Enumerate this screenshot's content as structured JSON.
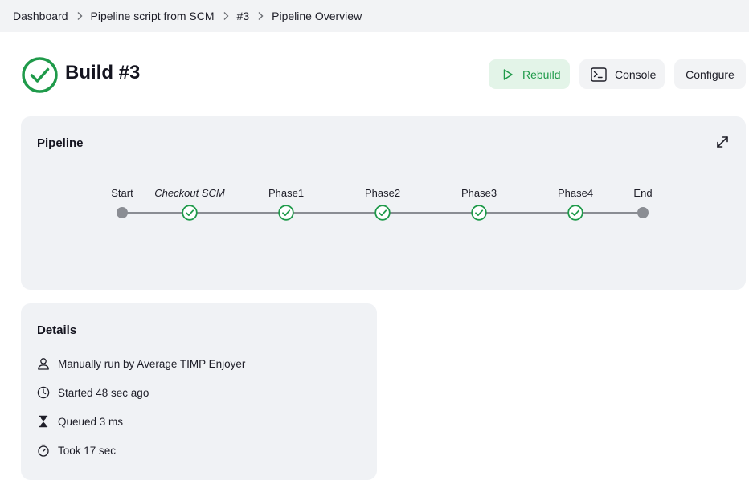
{
  "breadcrumb": {
    "items": [
      "Dashboard",
      "Pipeline script from SCM",
      "#3",
      "Pipeline Overview"
    ]
  },
  "header": {
    "title": "Build #3",
    "status": "success"
  },
  "actions": {
    "rebuild_label": "Rebuild",
    "console_label": "Console",
    "configure_label": "Configure"
  },
  "pipeline": {
    "title": "Pipeline",
    "stages": [
      {
        "label": "Start",
        "status": "start"
      },
      {
        "label": "Checkout SCM",
        "status": "success"
      },
      {
        "label": "Phase1",
        "status": "success"
      },
      {
        "label": "Phase2",
        "status": "success"
      },
      {
        "label": "Phase3",
        "status": "success"
      },
      {
        "label": "Phase4",
        "status": "success"
      },
      {
        "label": "End",
        "status": "end"
      }
    ]
  },
  "details": {
    "title": "Details",
    "items": [
      {
        "icon": "user-icon",
        "text": "Manually run by Average TIMP Enjoyer"
      },
      {
        "icon": "clock-icon",
        "text": "Started 48 sec ago"
      },
      {
        "icon": "hourglass-icon",
        "text": "Queued 3 ms"
      },
      {
        "icon": "timer-icon",
        "text": "Took 17 sec"
      }
    ]
  },
  "colors": {
    "success": "#1f9a4a",
    "rebuild_bg": "#e3f4e8",
    "card_bg": "#f0f2f5",
    "breadcrumb_bg": "#f2f3f5"
  }
}
